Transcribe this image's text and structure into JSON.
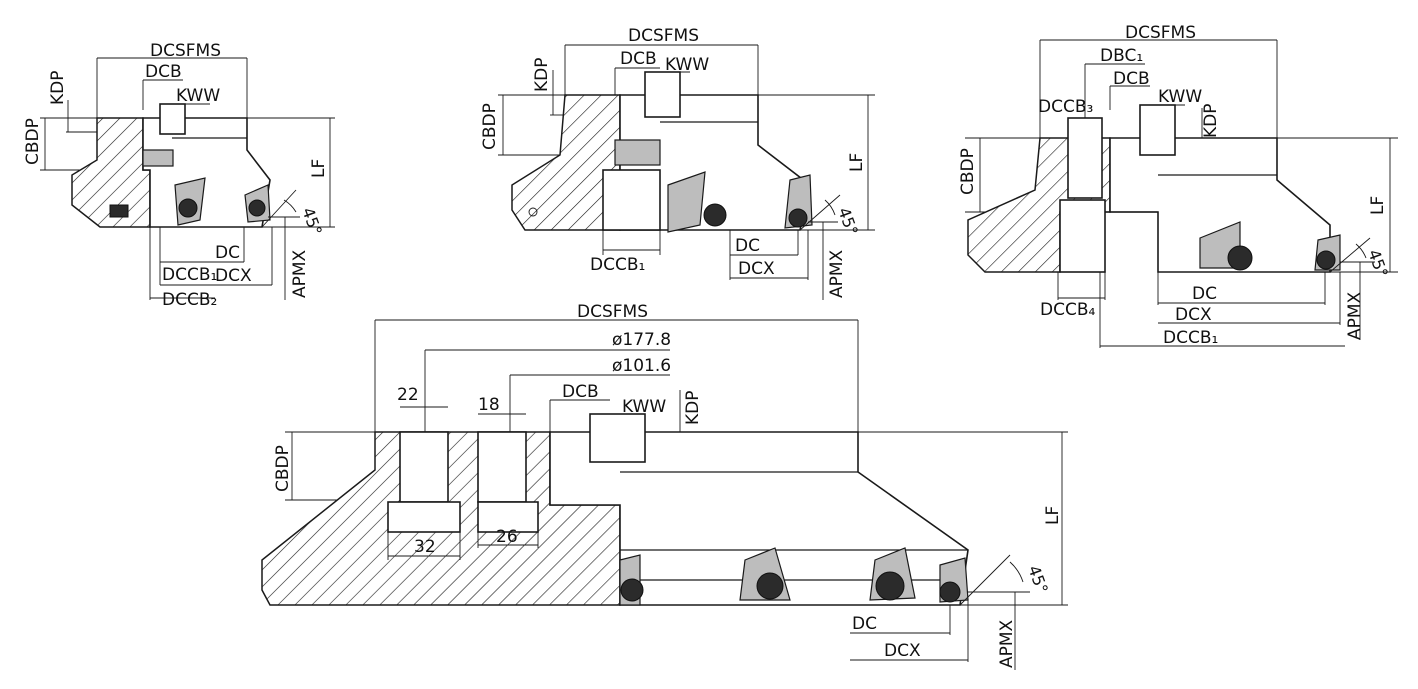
{
  "figure1": {
    "dcsfms": "DCSFMS",
    "dcb": "DCB",
    "kww": "KWW",
    "kdp": "KDP",
    "cbdp": "CBDP",
    "lf": "LF",
    "angle": "45°",
    "dc": "DC",
    "dccb1": "DCCB₁",
    "dcx": "DCX",
    "dccb2": "DCCB₂",
    "apmx": "APMX"
  },
  "figure2": {
    "dcsfms": "DCSFMS",
    "dcb": "DCB",
    "kww": "KWW",
    "kdp": "KDP",
    "cbdp": "CBDP",
    "lf": "LF",
    "angle": "45°",
    "dc": "DC",
    "dccb1": "DCCB₁",
    "dcx": "DCX",
    "apmx": "APMX"
  },
  "figure3": {
    "dcsfms": "DCSFMS",
    "dbc1": "DBC₁",
    "dcb": "DCB",
    "kww": "KWW",
    "kdp": "KDP",
    "dccb3": "DCCB₃",
    "cbdp": "CBDP",
    "lf": "LF",
    "angle": "45°",
    "dccb4": "DCCB₄",
    "dc": "DC",
    "dcx": "DCX",
    "dccb1": "DCCB₁",
    "apmx": "APMX"
  },
  "figure4": {
    "dcsfms": "DCSFMS",
    "dia1": "ø177.8",
    "dia2": "ø101.6",
    "w22": "22",
    "w18": "18",
    "dcb": "DCB",
    "kww": "KWW",
    "kdp": "KDP",
    "cbdp": "CBDP",
    "lf": "LF",
    "angle": "45°",
    "w32": "32",
    "w26": "26",
    "dc": "DC",
    "dcx": "DCX",
    "apmx": "APMX"
  }
}
